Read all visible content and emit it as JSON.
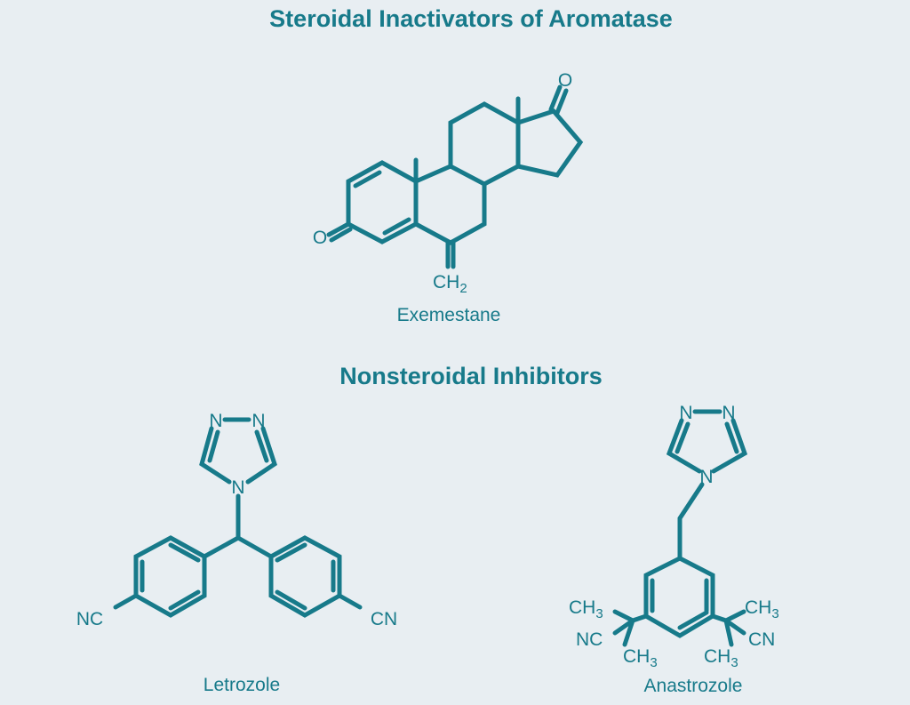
{
  "sections": {
    "steroidal_title": "Steroidal Inactivators of Aromatase",
    "nonsteroidal_title": "Nonsteroidal Inhibitors"
  },
  "compounds": {
    "exemestane": {
      "name": "Exemestane",
      "o": "O",
      "ch2": "CH",
      "ch2_sub": "2"
    },
    "letrozole": {
      "name": "Letrozole",
      "n": "N",
      "nc": "NC",
      "cn": "CN"
    },
    "anastrozole": {
      "name": "Anastrozole",
      "n": "N",
      "nc": "NC",
      "cn": "CN",
      "ch3": "CH",
      "ch3_sub": "3"
    }
  },
  "colors": {
    "ink": "#177a8a",
    "background": "#e8eef2"
  }
}
